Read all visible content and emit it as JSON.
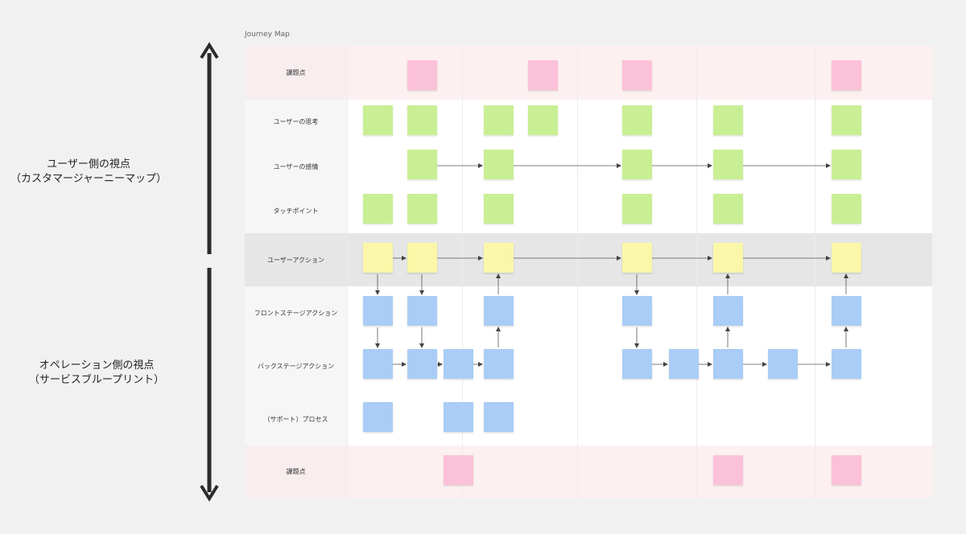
{
  "frame_title": "Journey Map",
  "side_labels": {
    "user_view": [
      "ユーザー側の視点",
      "（カスタマージャーニーマップ）"
    ],
    "operation_view": [
      "オペレーション側の視点",
      "（サービスブループリント）"
    ]
  },
  "rows": [
    {
      "label": "課題点"
    },
    {
      "label": "ユーザーの思考"
    },
    {
      "label": "ユーザーの感情"
    },
    {
      "label": "タッチポイント"
    },
    {
      "label": "ユーザーアクション"
    },
    {
      "label": "フロントステージアクション"
    },
    {
      "label": "バックステージアクション"
    },
    {
      "label": "（サポート）プロセス"
    },
    {
      "label": "課題点"
    }
  ],
  "colors": {
    "pink_band": "#fdf0f1",
    "action_band": "#e6e6e6",
    "note_green": "#c9ef94",
    "note_yellow": "#fbf7a8",
    "note_pink": "#fbc1d8",
    "note_blue": "#a9cdf6"
  }
}
